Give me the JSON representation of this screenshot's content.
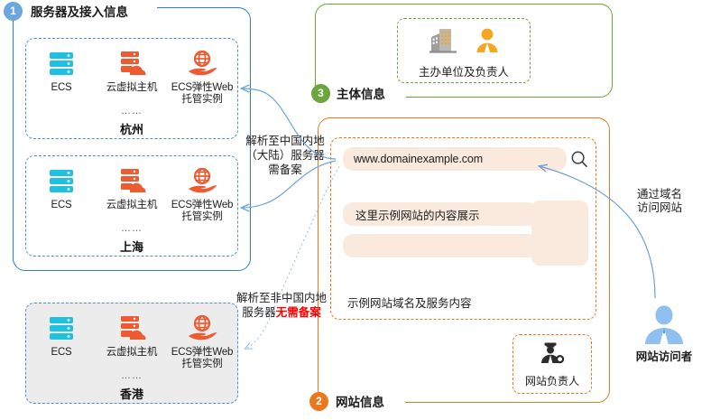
{
  "panels": {
    "servers": {
      "number": "1",
      "title": "服务器及接入信息"
    },
    "website": {
      "number": "2",
      "title": "网站信息"
    },
    "subject": {
      "number": "3",
      "title": "主体信息"
    }
  },
  "services": {
    "items": [
      {
        "icon": "server-stack-icon",
        "label": "ECS"
      },
      {
        "icon": "cloud-host-icon",
        "label": "云虚拟主机"
      },
      {
        "icon": "elastic-web-hosting-icon",
        "label": "ECS弹性Web\n托管实例"
      }
    ],
    "ellipsis": "……"
  },
  "regions": [
    {
      "name": "杭州",
      "key": "hangzhou"
    },
    {
      "name": "上海",
      "key": "shanghai"
    },
    {
      "name": "香港",
      "key": "hongkong"
    }
  ],
  "subject": {
    "building_icon": "office-building-icon",
    "person_icon": "person-orange-icon",
    "label": "主办单位及负责人"
  },
  "website": {
    "url": "www.domainexample.com",
    "search_icon": "search-icon",
    "content_line1": "这里示例网站的内容展示",
    "content_line2": "",
    "caption": "示例网站域名及服务内容",
    "owner": {
      "icon": "website-owner-icon",
      "label": "网站负责人"
    }
  },
  "annotations": {
    "mainland": "解析至中国内地（大陆）服务器需备案",
    "overseas_prefix": "解析至非中国内地服务器",
    "overseas_red": "无需备案",
    "visit_note": "通过域名访问网站"
  },
  "visitor": {
    "icon": "visitor-person-icon",
    "label": "网站访问者"
  },
  "colors": {
    "blue": "#2f7fd0",
    "orange": "#e8791e",
    "green": "#6aa63c",
    "cyan": "#1fc0e0",
    "red_accent": "#ff0000",
    "peach": "#fae9dd",
    "grey_fill": "#ececec"
  }
}
